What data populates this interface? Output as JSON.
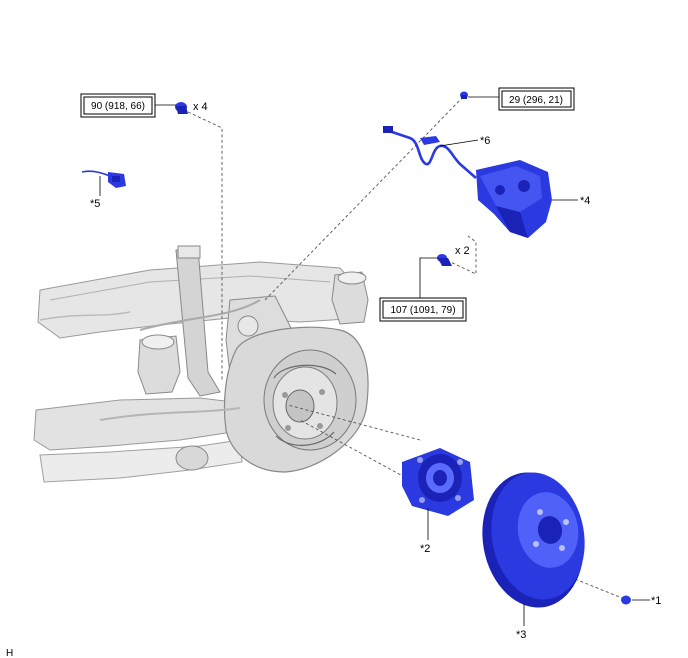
{
  "torques": {
    "t1": "90 (918, 66)",
    "t2": "29 (296, 21)",
    "t3": "107 (1091, 79)"
  },
  "quantities": {
    "q1": "x 4",
    "q2": "x 2"
  },
  "callouts": {
    "c1": "*1",
    "c2": "*2",
    "c3": "*3",
    "c4": "*4",
    "c5": "*5",
    "c6": "*6"
  },
  "corner_letter": "H",
  "colors": {
    "part_blue": "#2a3ae0",
    "part_blue_dark": "#1b22b8",
    "assembly_grey": "#d8d8d8"
  }
}
